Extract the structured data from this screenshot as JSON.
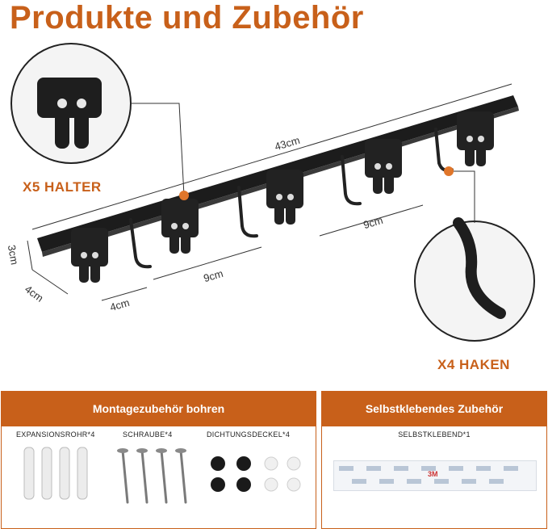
{
  "title": "Produkte und Zubehör",
  "callouts": {
    "holder": "X5 HALTER",
    "hook": "X4 HAKEN"
  },
  "dimensions": {
    "length": "43cm",
    "height": "3cm",
    "depth": "4cm",
    "spacing_holder": "9cm",
    "spacing_hook": "9cm",
    "hook_width": "4cm"
  },
  "panels": {
    "drill": {
      "title": "Montagezubehör bohren",
      "items": [
        "EXPANSIONSROHR*4",
        "SCHRAUBE*4",
        "DICHTUNGSDECKEL*4"
      ]
    },
    "adhesive": {
      "title": "Selbstklebendes Zubehör",
      "items": [
        "SELBSTKLEBEND*1"
      ]
    }
  },
  "tape_brand": "3M",
  "colors": {
    "accent": "#c8601a",
    "metal": "#1c1c1c"
  }
}
